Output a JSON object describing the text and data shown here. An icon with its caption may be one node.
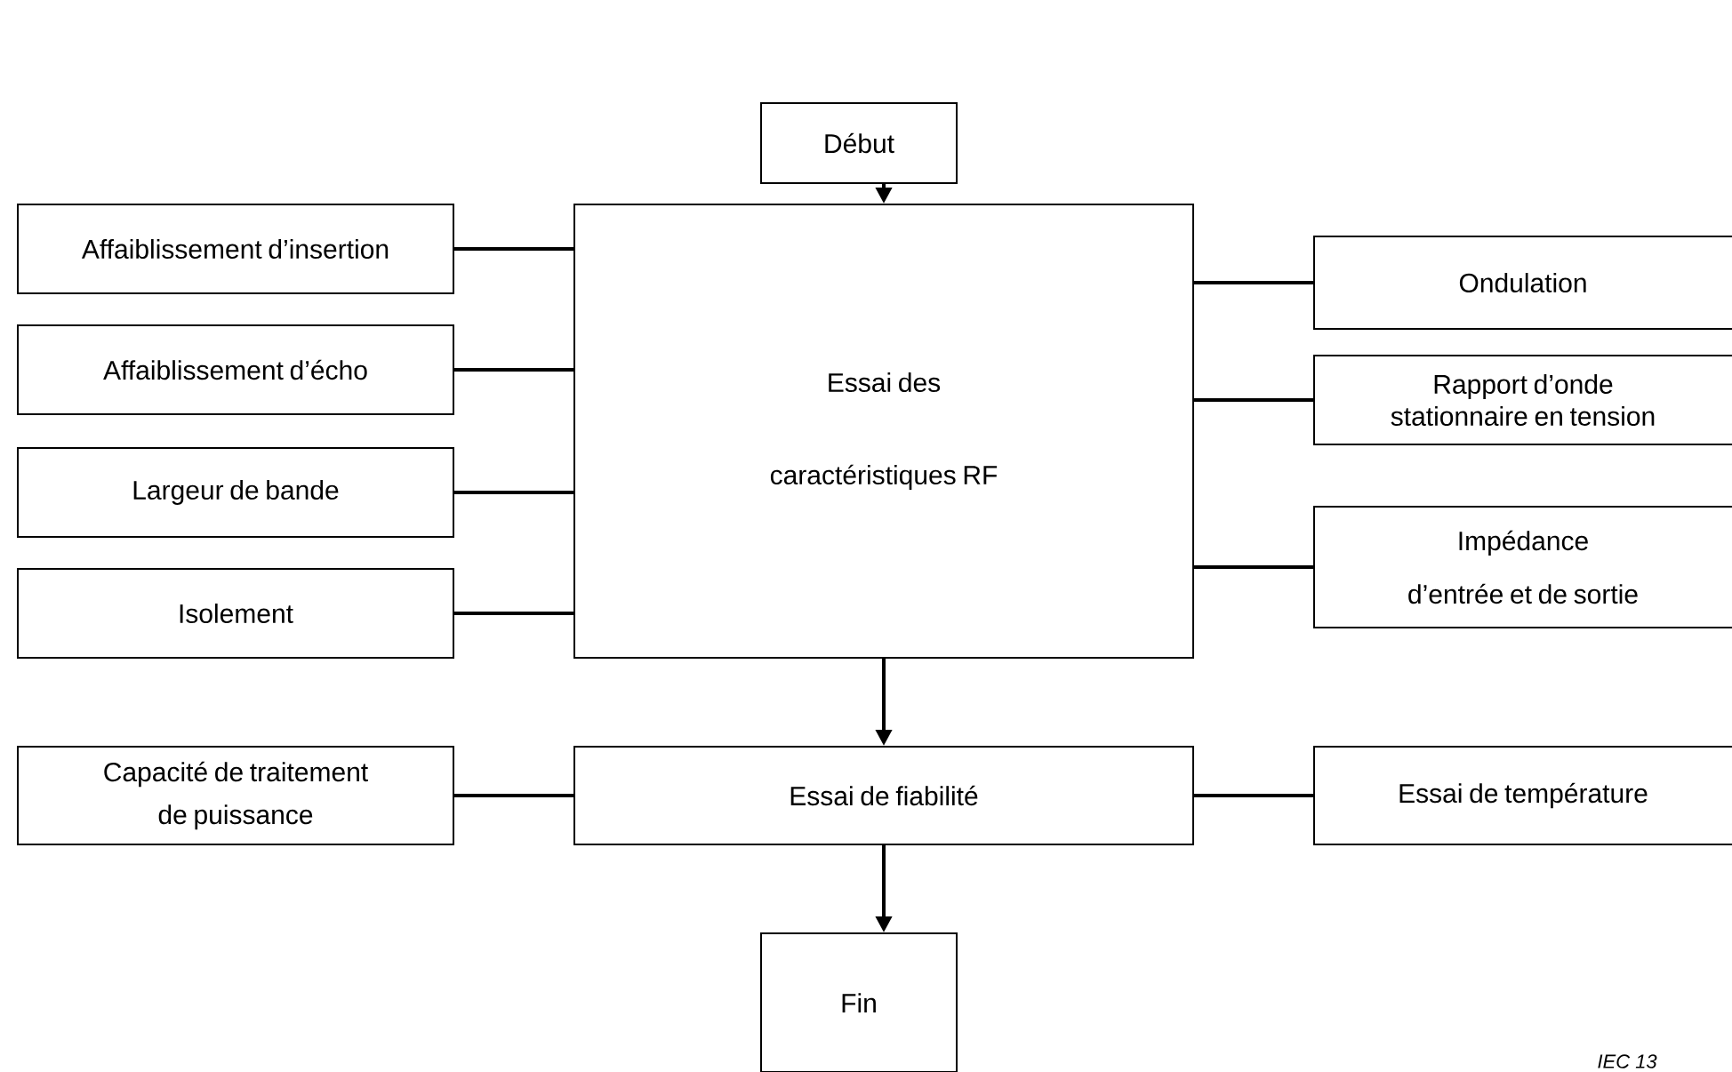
{
  "diagram": {
    "nodes": [
      {
        "text": [
          "Début"
        ]
      },
      {
        "text": [
          "Essai des caractéristiques RF"
        ]
      },
      {
        "text": [
          "Affaiblissement d’insertion"
        ]
      },
      {
        "text": [
          "Affaiblissement d’écho"
        ]
      },
      {
        "text": [
          "Largeur de bande"
        ]
      },
      {
        "text": [
          "Isolement"
        ]
      },
      {
        "text": [
          "Ondulation"
        ]
      },
      {
        "text": [
          "Rapport d’onde stationnaire en tension"
        ]
      },
      {
        "text": [
          "Impédance d’entrée et de sortie"
        ]
      },
      {
        "text": [
          "Capacité de traitement de puissance"
        ]
      },
      {
        "text": [
          "Essai de fiabilité"
        ]
      },
      {
        "text": [
          "Essai de température"
        ]
      },
      {
        "text": [
          "Fin"
        ]
      }
    ],
    "edges": [
      {
        "from": 0,
        "to": 1,
        "arrow": "to"
      },
      {
        "from": 2,
        "to": 1,
        "arrow": "none"
      },
      {
        "from": 3,
        "to": 1,
        "arrow": "none"
      },
      {
        "from": 4,
        "to": 1,
        "arrow": "none"
      },
      {
        "from": 5,
        "to": 1,
        "arrow": "none"
      },
      {
        "from": 1,
        "to": 6,
        "arrow": "none"
      },
      {
        "from": 1,
        "to": 7,
        "arrow": "none"
      },
      {
        "from": 1,
        "to": 8,
        "arrow": "none"
      },
      {
        "from": 1,
        "to": 10,
        "arrow": "to"
      },
      {
        "from": 9,
        "to": 10,
        "arrow": "none"
      },
      {
        "from": 10,
        "to": 11,
        "arrow": "none"
      },
      {
        "from": 10,
        "to": 12,
        "arrow": "to"
      }
    ],
    "labels": [
      "IEC 13"
    ]
  }
}
